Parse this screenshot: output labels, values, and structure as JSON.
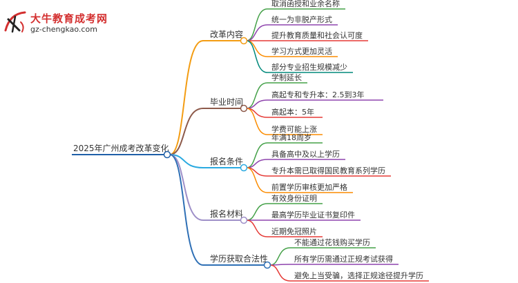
{
  "logo": {
    "title": "大牛教育成考网",
    "url": "gz-chengkao.com"
  },
  "mindmap": {
    "root": "2025年广州成考改革变化",
    "branches": [
      {
        "label": "改革内容",
        "color": "#f39c12",
        "items": [
          "取消函授和业余名称",
          "统一为非脱产形式",
          "提升教育质量和社会认可度",
          "学习方式更加灵活",
          "部分专业招生规模减少"
        ]
      },
      {
        "label": "毕业时间",
        "color": "#8d5a4a",
        "items": [
          "学制延长",
          "高起专和专升本：2.5到3年",
          "高起本：5年",
          "学费可能上涨"
        ]
      },
      {
        "label": "报名条件",
        "color": "#29a9e0",
        "items": [
          "年满18周岁",
          "具备高中及以上学历",
          "专升本需已取得国民教育系列学历",
          "前置学历审核更加严格"
        ]
      },
      {
        "label": "报名材料",
        "color": "#9e8fc8",
        "items": [
          "有效身份证明",
          "最高学历毕业证书复印件",
          "近期免冠照片"
        ]
      },
      {
        "label": "学历获取合法性",
        "color": "#2e6fb5",
        "items": [
          "不能通过花钱购买学历",
          "所有学历需通过正规考试获得",
          "避免上当受骗，选择正规途径提升学历"
        ]
      }
    ]
  },
  "colors": {
    "root_line": "#1e5fa8",
    "leaf_palette": [
      "#43a047",
      "#8e44ad",
      "#e53935",
      "#fb8c00",
      "#00897b"
    ]
  }
}
